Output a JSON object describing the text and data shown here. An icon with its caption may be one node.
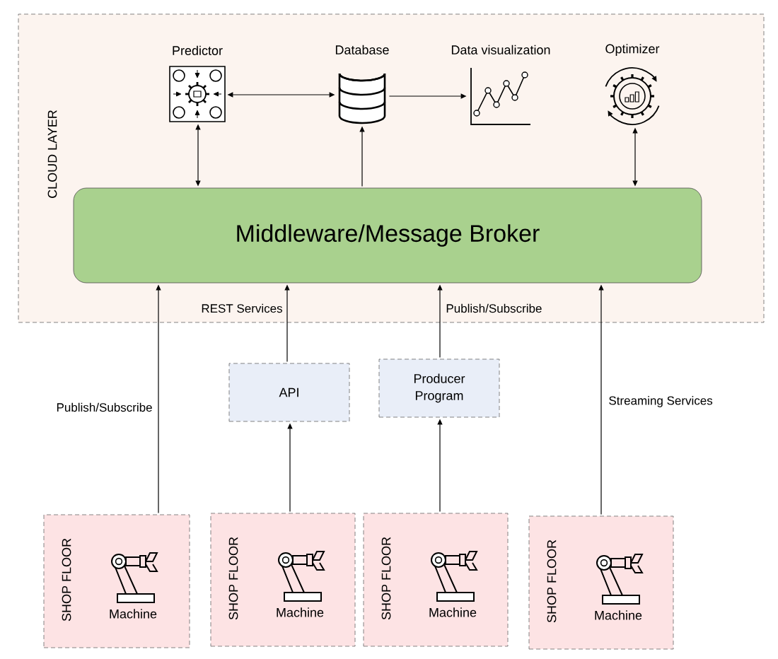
{
  "diagram": {
    "nodes": [
      {
        "text": [
          "CLOUD LAYER"
        ]
      },
      {
        "text": [
          "Predictor"
        ],
        "in": 0
      },
      {
        "text": [
          "Database"
        ],
        "in": 0
      },
      {
        "text": [
          "Data visualization"
        ],
        "in": 0
      },
      {
        "text": [
          "Optimizer"
        ],
        "in": 0
      },
      {
        "text": [
          "Middleware/Message Broker"
        ],
        "in": 0
      },
      {
        "text": [
          "API"
        ]
      },
      {
        "text": [
          "Producer Program"
        ]
      },
      {
        "text": [
          "SHOP FLOOR",
          "Machine"
        ]
      },
      {
        "text": [
          "SHOP FLOOR",
          "Machine"
        ]
      },
      {
        "text": [
          "SHOP FLOOR",
          "Machine"
        ]
      },
      {
        "text": [
          "SHOP FLOOR",
          "Machine"
        ]
      }
    ],
    "edges": [
      {
        "from": 1,
        "to": 2,
        "arrow": "both"
      },
      {
        "from": 2,
        "to": 3,
        "arrow": "to"
      },
      {
        "from": 1,
        "to": 5,
        "arrow": "both"
      },
      {
        "from": 5,
        "to": 2,
        "arrow": "to"
      },
      {
        "from": 4,
        "to": 5,
        "arrow": "both"
      },
      {
        "from": 8,
        "to": 5,
        "arrow": "to",
        "label": "Publish/Subscribe"
      },
      {
        "from": 6,
        "to": 5,
        "arrow": "to",
        "label": "REST Services"
      },
      {
        "from": 7,
        "to": 5,
        "arrow": "to",
        "label": "Publish/Subscribe"
      },
      {
        "from": 11,
        "to": 5,
        "arrow": "to",
        "label": "Streaming Services"
      },
      {
        "from": 9,
        "to": 6,
        "arrow": "to"
      },
      {
        "from": 10,
        "to": 7,
        "arrow": "to"
      }
    ]
  }
}
